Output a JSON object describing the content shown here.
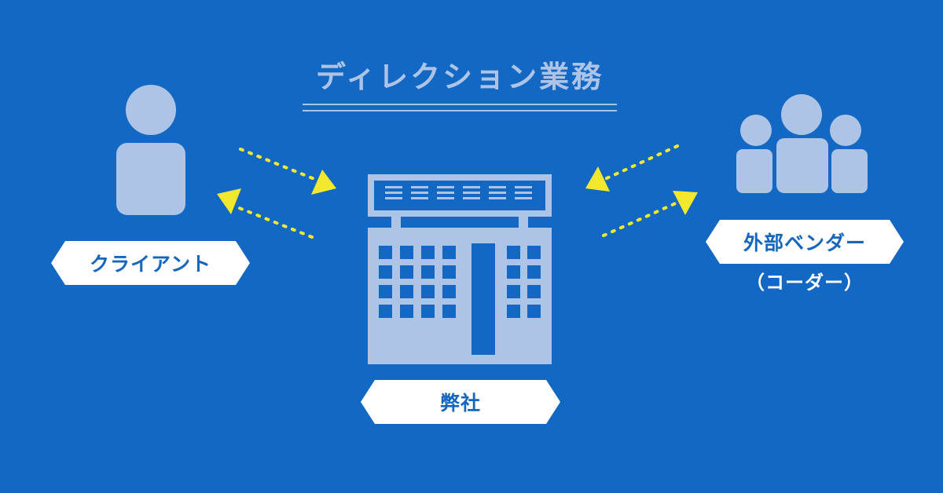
{
  "title": "ディレクション業務",
  "client": {
    "label": "クライアント"
  },
  "company": {
    "label": "弊社"
  },
  "vendor": {
    "label": "外部ベンダー",
    "sub": "（コーダー）"
  },
  "colors": {
    "background": "#1368c4",
    "icon": "#aec4e6",
    "arrow": "#f2e92f",
    "tag_bg": "#ffffff",
    "tag_text": "#1566bd"
  },
  "icons": {
    "client": "person-icon",
    "company": "building-icon",
    "vendor": "group-icon",
    "arrows": "dotted-arrow-icon"
  }
}
